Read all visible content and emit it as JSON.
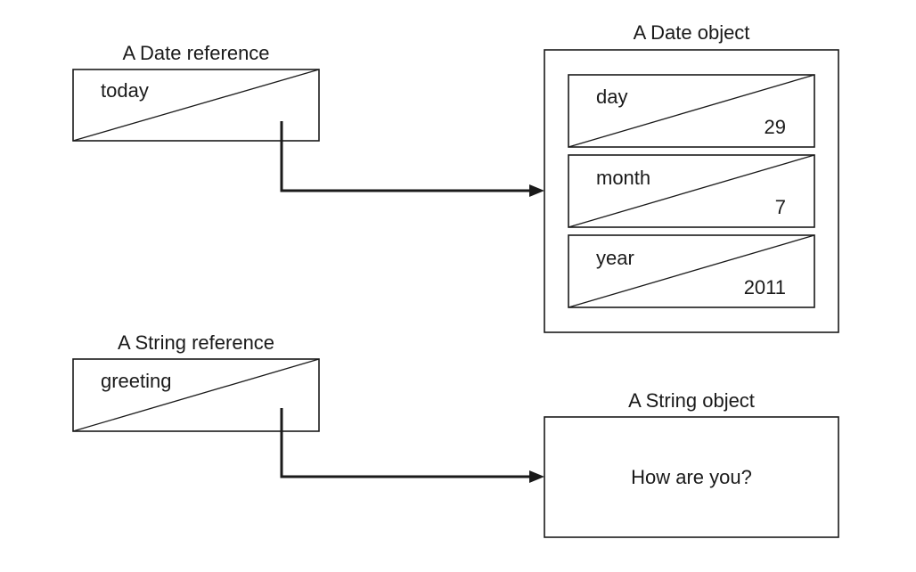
{
  "date_reference": {
    "caption": "A Date reference",
    "var_name": "today"
  },
  "date_object": {
    "caption": "A Date object",
    "fields": [
      {
        "name": "day",
        "value": "29"
      },
      {
        "name": "month",
        "value": "7"
      },
      {
        "name": "year",
        "value": "2011"
      }
    ]
  },
  "string_reference": {
    "caption": "A String reference",
    "var_name": "greeting"
  },
  "string_object": {
    "caption": "A String object",
    "content": "How are you?"
  }
}
